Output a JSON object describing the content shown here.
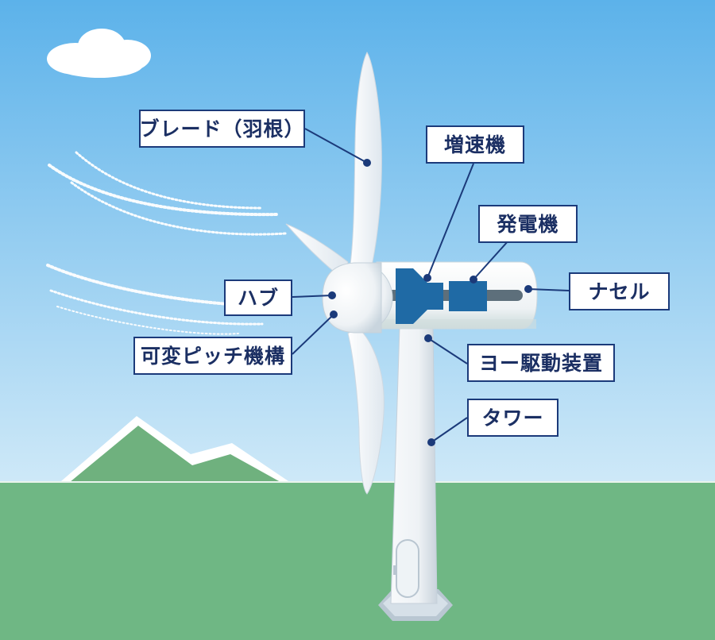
{
  "labels": {
    "blade": "ブレード（羽根）",
    "gearbox": "増速機",
    "generator": "発電機",
    "nacelle": "ナセル",
    "hub": "ハブ",
    "pitch": "可変ピッチ機構",
    "yaw": "ヨー駆動装置",
    "tower": "タワー"
  },
  "colors": {
    "sky_top": "#5fb4ea",
    "sky_bottom": "#c9e7f8",
    "ground": "#6fb784",
    "mountain": "#6faf7d",
    "label_border": "#1b3a7a",
    "component_blue": "#1f6aa5"
  }
}
